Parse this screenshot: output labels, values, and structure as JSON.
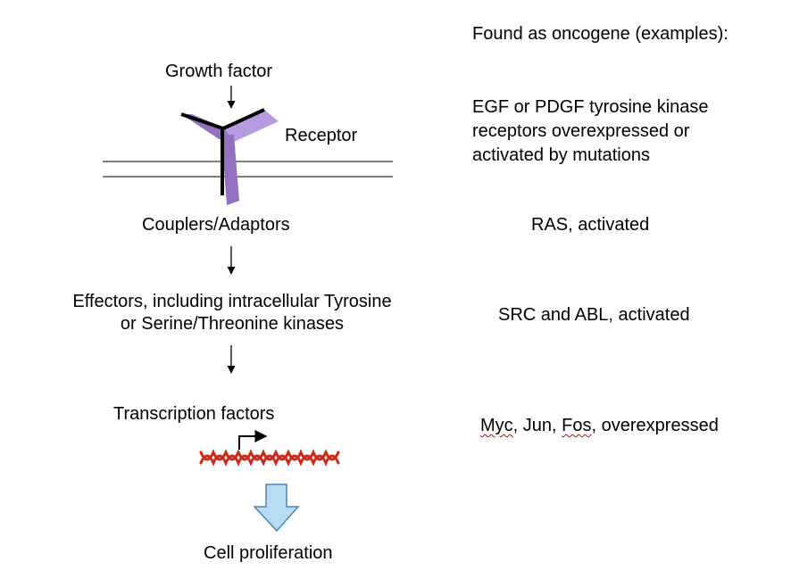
{
  "pathway": {
    "growth_factor": "Growth factor",
    "receptor": "Receptor",
    "couplers": "Couplers/Adaptors",
    "effectors_line1": "Effectors, including intracellular Tyrosine",
    "effectors_line2": "or Serine/Threonine kinases",
    "transcription": "Transcription factors",
    "proliferation": "Cell proliferation"
  },
  "oncogenes": {
    "header": "Found as oncogene (examples):",
    "receptor_line1": "EGF or PDGF tyrosine kinase",
    "receptor_line2": "receptors overexpressed or",
    "receptor_line3": "activated by mutations",
    "ras": "RAS, activated",
    "src_abl": "SRC and ABL, activated",
    "myc": "Myc",
    "sep1": ", ",
    "jun": "Jun",
    "sep2": ", ",
    "fos": "Fos",
    "myc_suffix": ", overexpressed"
  },
  "colors": {
    "receptor": "#9370c0",
    "receptor_light": "#b79be0",
    "dna": "#cc2a1a",
    "arrow_fill": "#b8dcf4",
    "arrow_stroke": "#4a84b8",
    "spell_underline": "#d00000"
  }
}
